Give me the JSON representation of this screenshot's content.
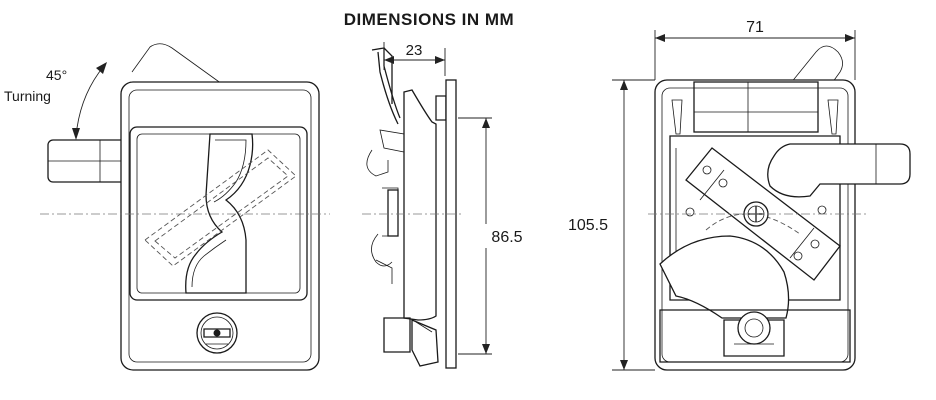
{
  "title": "DIMENSIONS IN MM",
  "front_view": {
    "turn_angle": "45°",
    "turn_label": "Turning"
  },
  "side_view": {
    "depth_dim": "23",
    "height_dim": "86.5"
  },
  "rear_view": {
    "width_dim": "71",
    "height_dim": "105.5"
  }
}
